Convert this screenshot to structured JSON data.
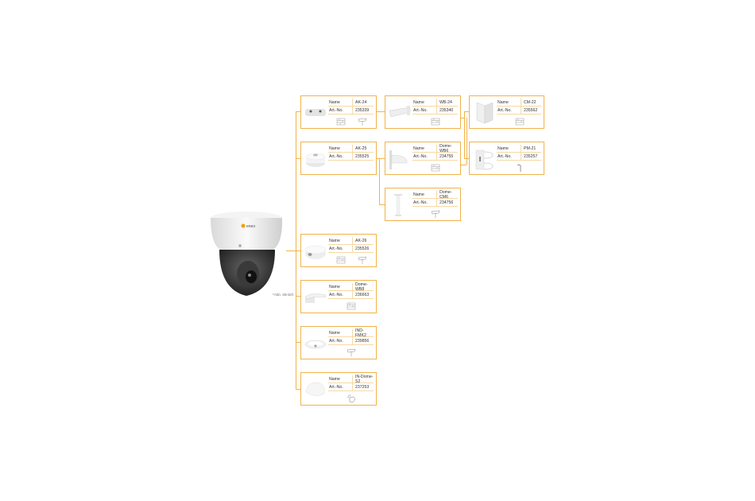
{
  "diagram": {
    "accent_color": "#f2b24a",
    "camera": {
      "brand": "eneo",
      "caption": "*Abb. ähnlich"
    },
    "labels": {
      "name": "Name",
      "art_no": "Art.-No."
    },
    "accessories": [
      {
        "id": "ak24",
        "name": "AK-24",
        "art_no": "235339",
        "icons": [
          "wall-mount",
          "ceiling-mount"
        ]
      },
      {
        "id": "wb24",
        "name": "WB-24",
        "art_no": "235340",
        "icons": [
          "wall-mount"
        ]
      },
      {
        "id": "cm22",
        "name": "CM-22",
        "art_no": "235562",
        "icons": [
          "wall-mount"
        ]
      },
      {
        "id": "ak25",
        "name": "AK-25",
        "art_no": "235525",
        "icons": []
      },
      {
        "id": "domewb6",
        "name": "Dome-WB6",
        "art_no": "234755",
        "icons": [
          "wall-mount"
        ]
      },
      {
        "id": "pm21",
        "name": "PM-21",
        "art_no": "235257",
        "icons": [
          "pole-mount"
        ]
      },
      {
        "id": "domecm6",
        "name": "Dome-CM6",
        "art_no": "234756",
        "icons": [
          "ceiling-mount"
        ]
      },
      {
        "id": "ak26",
        "name": "AK-26",
        "art_no": "235526",
        "icons": [
          "wall-mount",
          "ceiling-mount"
        ]
      },
      {
        "id": "domewb8",
        "name": "Dome-WB8",
        "art_no": "236663",
        "icons": [
          "wall-mount"
        ]
      },
      {
        "id": "indfmk2",
        "name": "IND-FMK2",
        "art_no": "239856",
        "icons": [
          "ceiling-mount"
        ]
      },
      {
        "id": "indomes2",
        "name": "IN-Dome-S2",
        "art_no": "237253",
        "icons": [
          "weather-cover"
        ]
      }
    ]
  }
}
